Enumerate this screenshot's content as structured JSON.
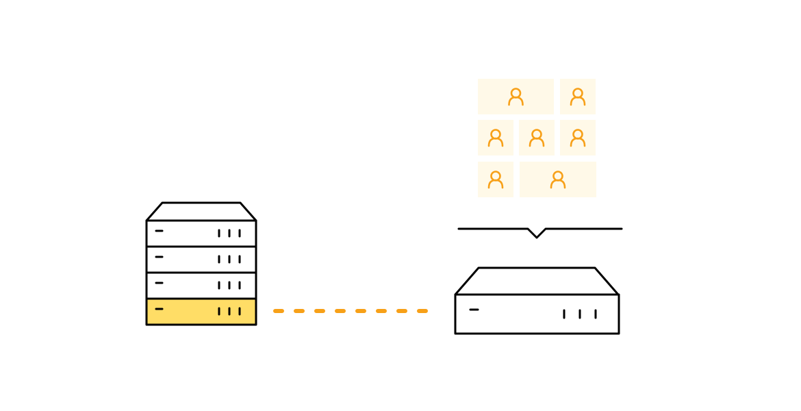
{
  "colors": {
    "background": "#ffffff",
    "stroke": "#000000",
    "accent_orange": "#F7A018",
    "accent_yellow": "#FFDD66",
    "tile_fill": "#FFF9E8"
  },
  "rack_server": {
    "icon": "server-rack-icon",
    "units": 4,
    "highlighted_unit_index": 3
  },
  "connection": {
    "style": "dashed",
    "icon": "dashed-link-line"
  },
  "appliance": {
    "icon": "network-appliance-icon"
  },
  "user_grid": {
    "icon": "user-icon",
    "tile_count": 7
  }
}
